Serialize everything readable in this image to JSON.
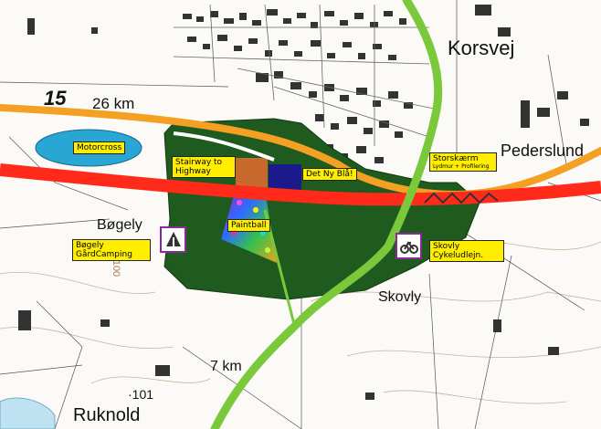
{
  "places": {
    "korsvej": "Korsvej",
    "pederslund": "Pederslund",
    "bogely": "Bøgely",
    "skovly": "Skovly",
    "ruknold": "Ruknold",
    "road_number": "15",
    "dist_26": "26 km",
    "dist_7": "7 km",
    "contour_100": "100",
    "spot_101": "·101"
  },
  "labels": {
    "motorcross": "Motorcross",
    "stairway": "Stairway to Highway",
    "det_ny_bla": "Det Ny Blå!",
    "storskaerm_title": "Storskærm",
    "storskaerm_sub": "Lydmur + Profilering",
    "paintball": "Paintball",
    "bogely_camping": "Bøgely GårdCamping",
    "skovly_cykel": "Skovly Cykeludlejn."
  },
  "colors": {
    "festival_area": "#1f5a1f",
    "highway": "#ff2a1a",
    "orange_road": "#f4a024",
    "green_route": "#79c93a",
    "motorcross_oval": "#29a6d4",
    "stairway": "#c8692e",
    "det_ny_bla": "#1a1a8c",
    "label_bg": "#ffee00",
    "icon_frame": "#8a2a9a"
  },
  "icons": {
    "camping": "camping-tent-icon",
    "bike": "bicycle-rental-icon"
  }
}
